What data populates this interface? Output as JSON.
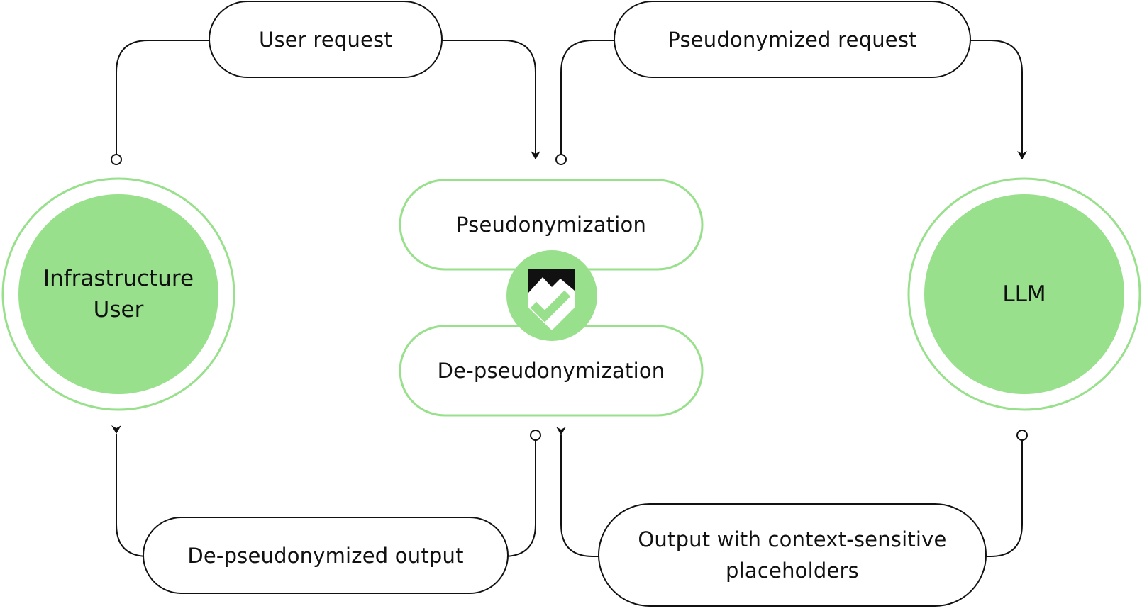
{
  "colors": {
    "accent": "#98e08c",
    "accent_stroke": "#98e08c",
    "line": "#111111",
    "text": "#111111",
    "background": "#ffffff"
  },
  "nodes": {
    "infrastructure_user": {
      "line1": "Infrastructure",
      "line2": "User"
    },
    "llm": {
      "label": "LLM"
    }
  },
  "processor": {
    "pseudonymization": "Pseudonymization",
    "de_pseudonymization": "De-pseudonymization",
    "logo_icon": "shield-check-logo-icon"
  },
  "flows": {
    "user_request": "User request",
    "pseudonymized_request": "Pseudonymized request",
    "de_pseudonymized_output": "De-pseudonymized output",
    "output_placeholders_line1": "Output with context-sensitive",
    "output_placeholders_line2": "placeholders"
  }
}
